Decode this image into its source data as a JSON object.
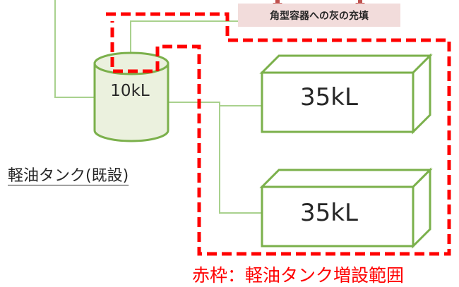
{
  "callout": {
    "text": "角型容器への灰の充填"
  },
  "existing_tank": {
    "capacity": "10kL",
    "label": "軽油タンク(既設)"
  },
  "new_tanks": [
    {
      "capacity": "35kL"
    },
    {
      "capacity": "35kL"
    }
  ],
  "legend": {
    "text": "赤枠：軽油タンク増設範囲"
  },
  "colors": {
    "tank_outline": "#7bb04b",
    "tank_fill": "#ebf1de",
    "pipe": "#a9d18e",
    "callout_bg": "#f2dcdb",
    "callout_arrow": "#c0504d",
    "boundary_red": "#ff0000",
    "text": "#262626"
  }
}
